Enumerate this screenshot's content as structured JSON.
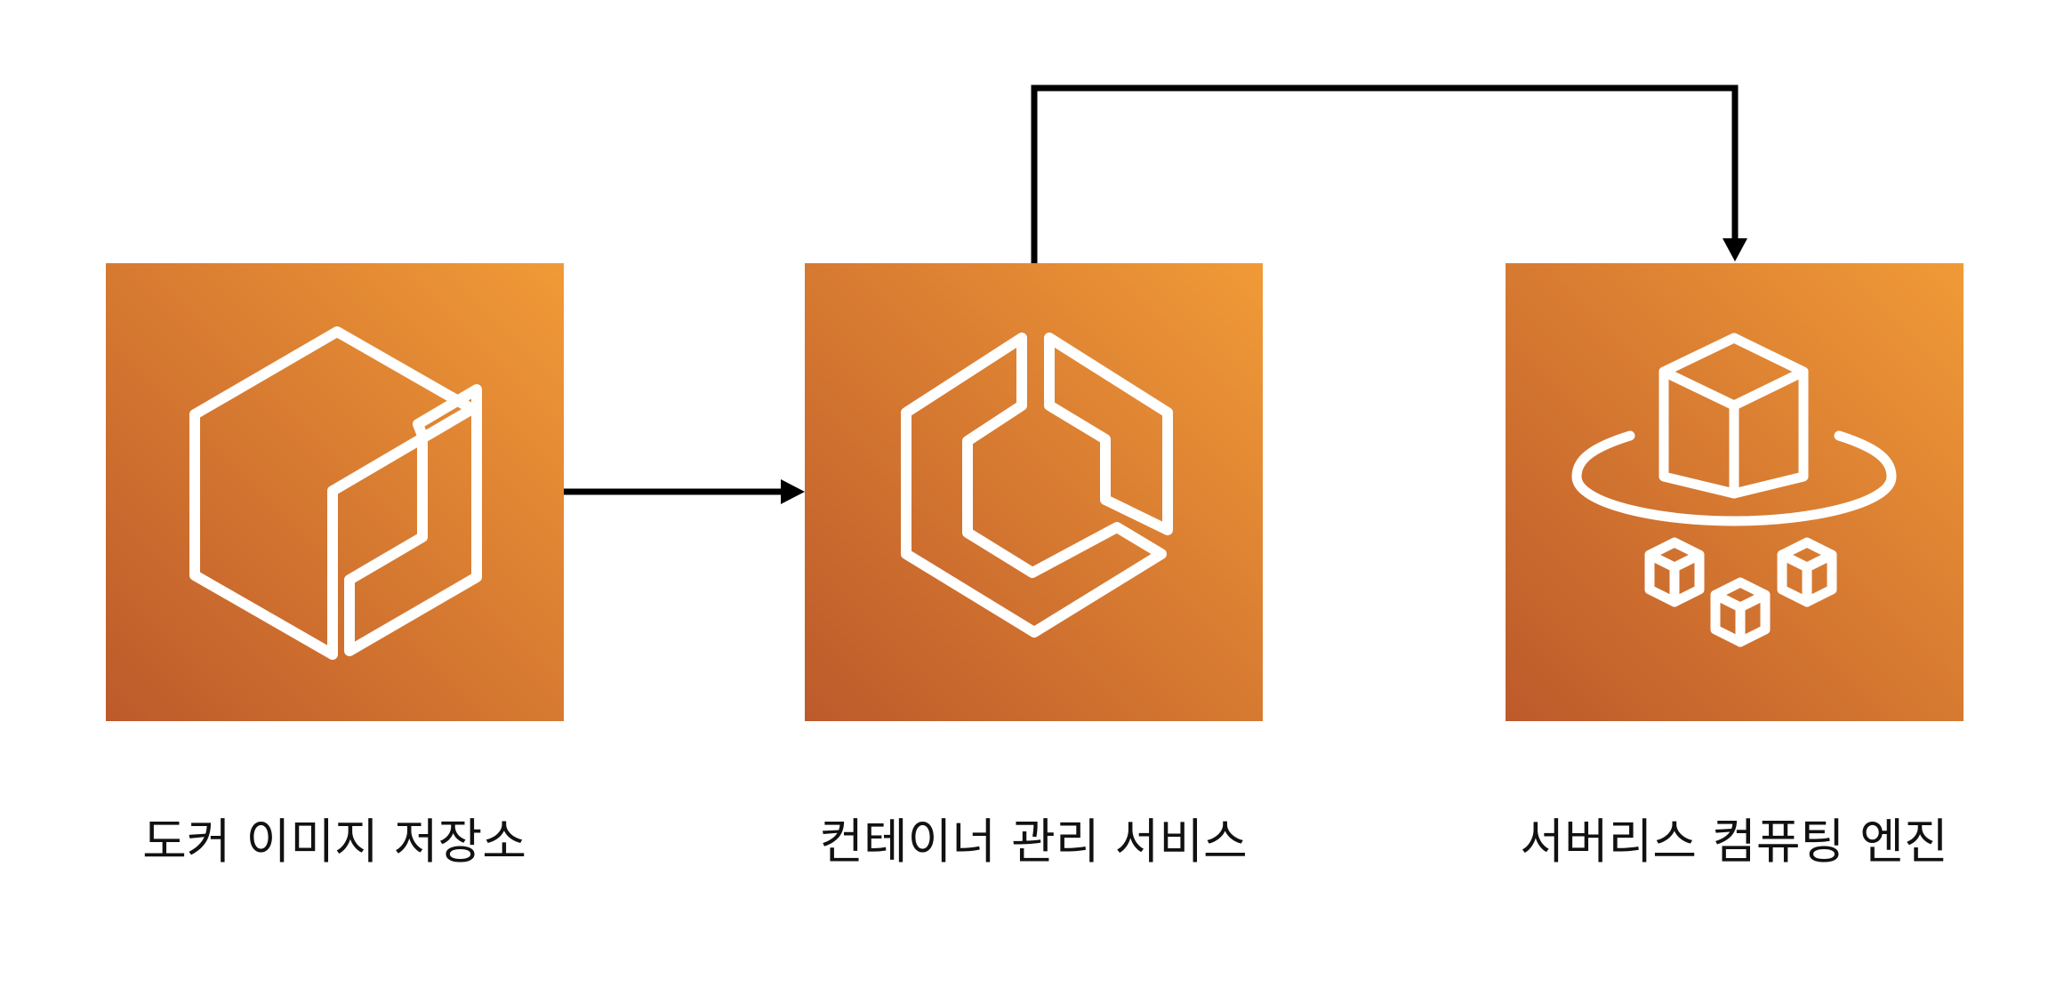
{
  "colors": {
    "tile_gradient_start": "#bd5a2b",
    "tile_gradient_end": "#f09a37",
    "icon_stroke": "#ffffff",
    "arrow": "#000000",
    "background": "#ffffff"
  },
  "nodes": [
    {
      "id": "ecr",
      "label": "도커 이미지 저장소",
      "icon": "container-registry-icon"
    },
    {
      "id": "ecs",
      "label": "컨테이너 관리 서비스",
      "icon": "container-service-icon"
    },
    {
      "id": "fargate",
      "label": "서버리스 컴퓨팅 엔진",
      "icon": "serverless-compute-icon"
    }
  ],
  "edges": [
    {
      "from": "ecr",
      "to": "ecs",
      "style": "straight"
    },
    {
      "from": "ecs",
      "to": "fargate",
      "style": "elbow-over-top"
    }
  ]
}
